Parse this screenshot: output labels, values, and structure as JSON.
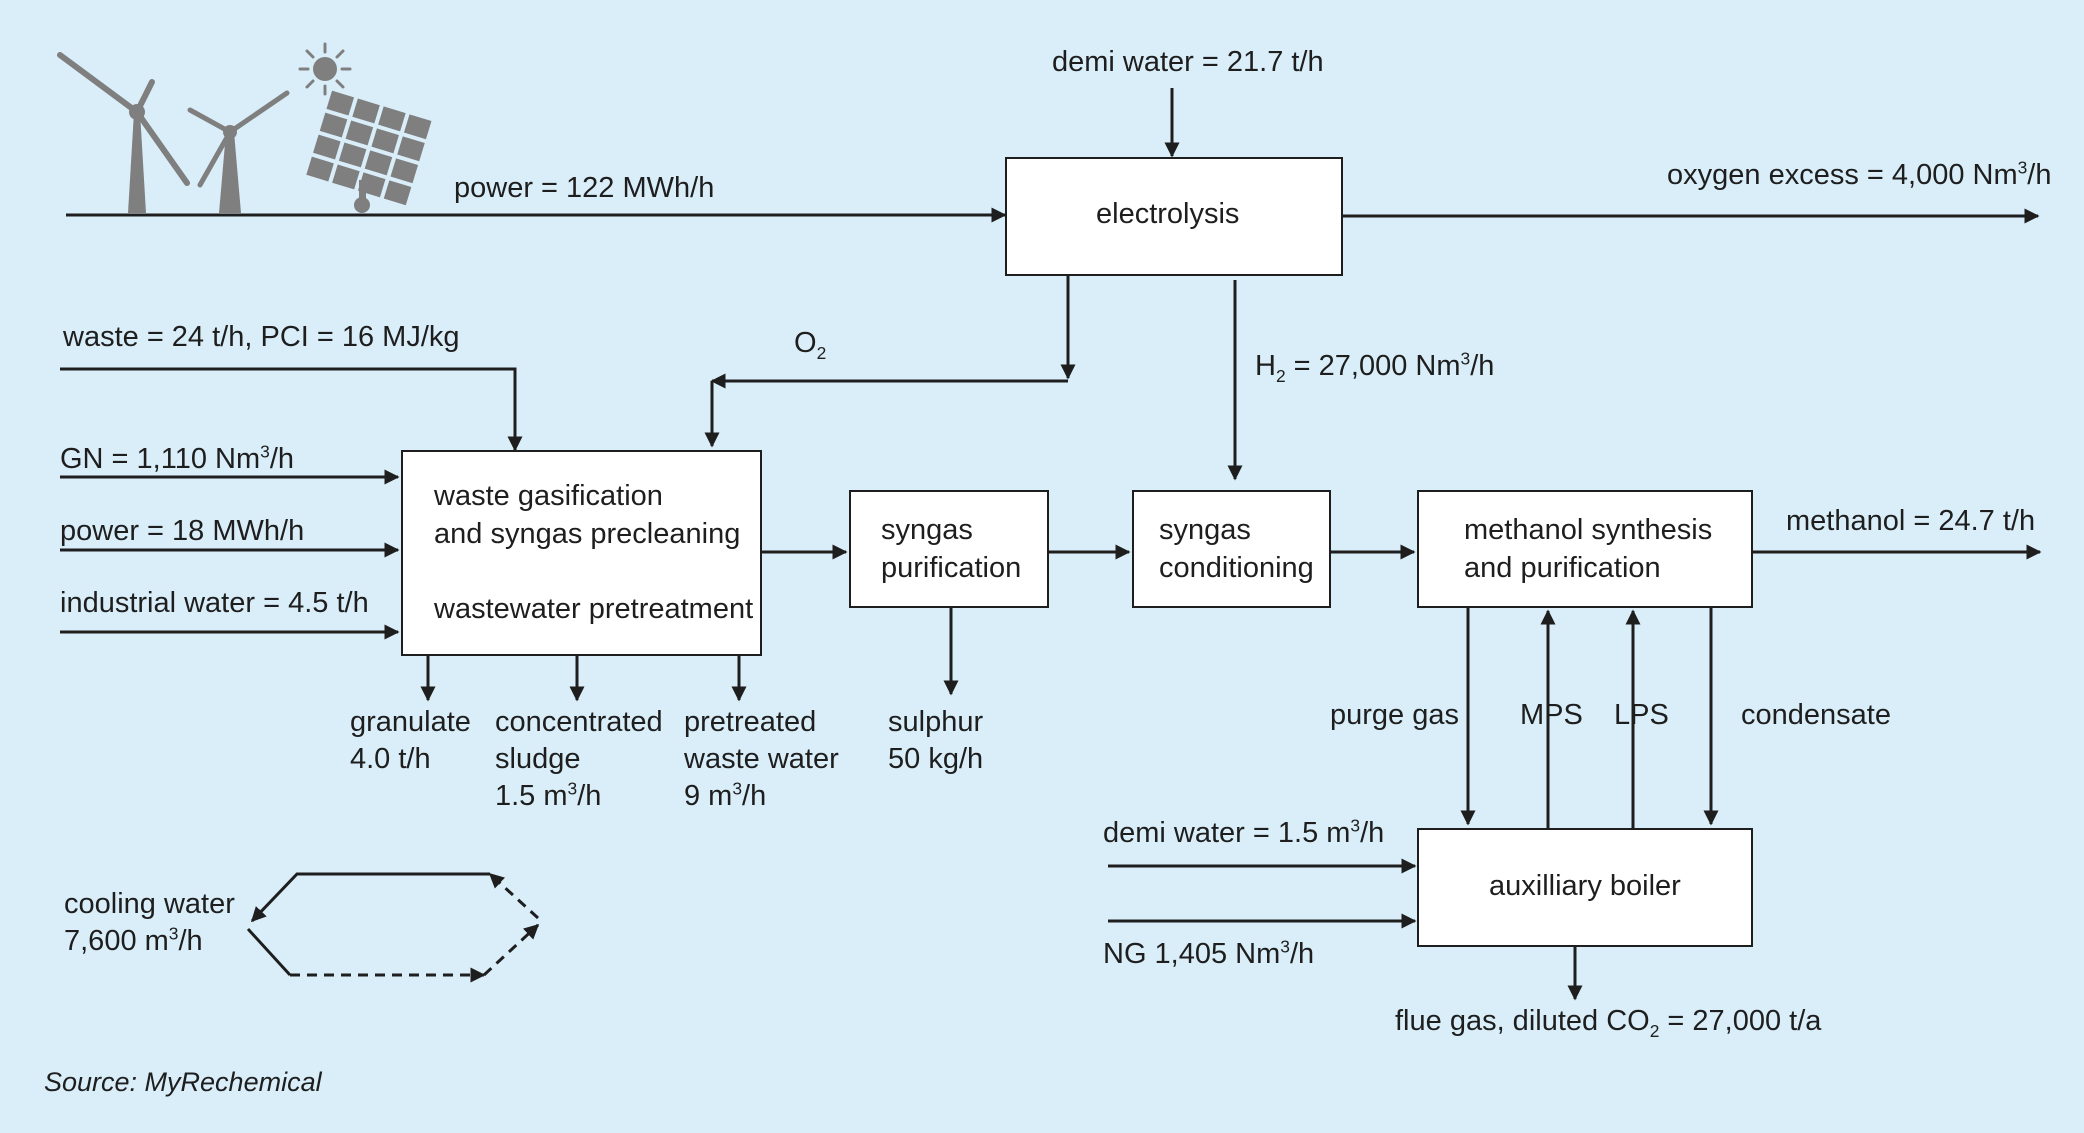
{
  "processes": {
    "electrolysis": "electrolysis",
    "gasification_line1": "waste gasification",
    "gasification_line2": "and syngas precleaning",
    "gasification_line3": "wastewater pretreatment",
    "purification_line1": "syngas",
    "purification_line2": "purification",
    "conditioning_line1": "syngas",
    "conditioning_line2": "conditioning",
    "methanol_line1": "methanol synthesis",
    "methanol_line2": "and purification",
    "boiler": "auxilliary boiler"
  },
  "streams": {
    "demi_water_top": "demi water = 21.7 t/h",
    "power_main": "power = 122 MWh/h",
    "oxygen_excess_prefix": "oxygen excess = 4,000 Nm",
    "oxygen_excess_sup": "3",
    "oxygen_excess_suffix": "/h",
    "o2_main": "O",
    "o2_sub": "2",
    "h2_main": "H",
    "h2_sub": "2",
    "h2_value_prefix": " = 27,000 Nm",
    "h2_value_sup": "3",
    "h2_value_suffix": "/h",
    "waste": "waste = 24 t/h, PCI = 16 MJ/kg",
    "gn_prefix": "GN = 1,110 Nm",
    "gn_sup": "3",
    "gn_suffix": "/h",
    "power_gasifier": "power = 18 MWh/h",
    "industrial_water": "industrial water = 4.5 t/h",
    "methanol_prefix": "methanol = 24.7 t/h",
    "granulate_line1": "granulate",
    "granulate_line2": "4.0 t/h",
    "sludge_line1": "concentrated",
    "sludge_line2": "sludge",
    "sludge_line3_prefix": "1.5 m",
    "sludge_line3_sup": "3",
    "sludge_line3_suffix": "/h",
    "wastewater_line1": "pretreated",
    "wastewater_line2": "waste water",
    "wastewater_line3_prefix": "9 m",
    "wastewater_line3_sup": "3",
    "wastewater_line3_suffix": "/h",
    "sulphur_line1": "sulphur",
    "sulphur_line2": "50 kg/h",
    "purge_gas": "purge gas",
    "mps": "MPS",
    "lps": "LPS",
    "condensate": "condensate",
    "demi_water_boiler_prefix": "demi water = 1.5 m",
    "demi_water_boiler_sup": "3",
    "demi_water_boiler_suffix": "/h",
    "ng_prefix": "NG 1,405 Nm",
    "ng_sup": "3",
    "ng_suffix": "/h",
    "flue_gas_prefix": "flue gas, diluted CO",
    "flue_gas_sub": "2",
    "flue_gas_suffix": " = 27,000 t/a",
    "cooling_line1": "cooling water",
    "cooling_line2_prefix": "7,600 m",
    "cooling_line2_sup": "3",
    "cooling_line2_suffix": "/h"
  },
  "source": "Source: MyRechemical",
  "icons": [
    "wind-turbine-icon",
    "sun-icon",
    "solar-panel-icon"
  ],
  "colors": {
    "background": "#d9eef9",
    "line": "#1e1e1e",
    "box": "#ffffff",
    "icon": "#7f7f7f"
  }
}
